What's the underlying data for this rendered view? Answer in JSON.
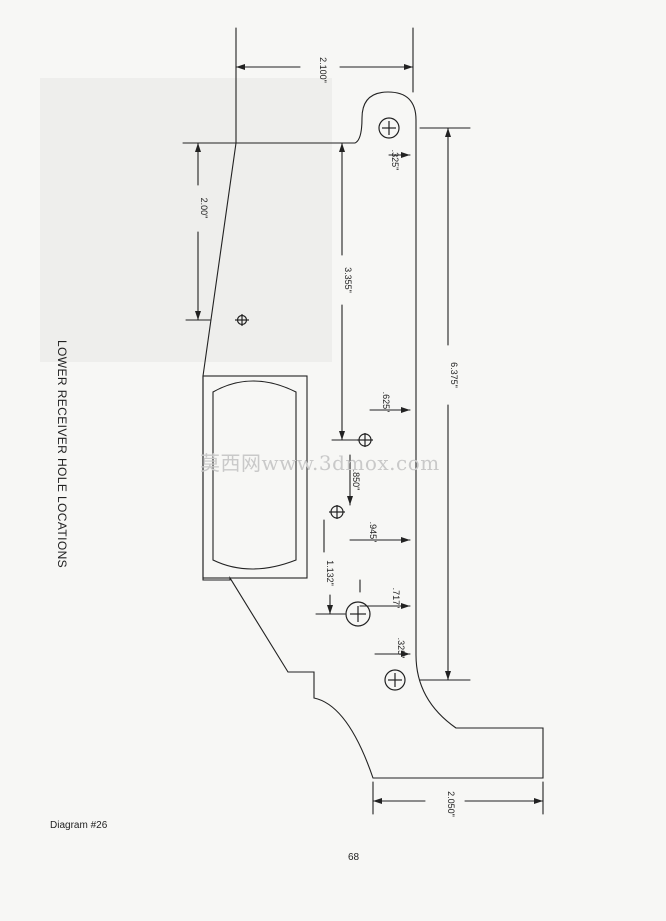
{
  "title": "LOWER RECEIVER HOLE LOCATIONS",
  "caption": "Diagram #26",
  "page_number": "68",
  "watermark": "莫西网www.3dmox.com",
  "dimensions": {
    "top_width": "2.100\"",
    "left_height": "2.00\"",
    "center_vertical": "3.355\"",
    "overall_length": "6.375\"",
    "top_hole_offset": ".325\"",
    "hole_offset_625": ".625\"",
    "hole_spacing_850": ".850\"",
    "hole_offset_945": ".945\"",
    "hole_spacing_1132": "1.132\"",
    "hole_offset_717": ".717\"",
    "bottom_hole_offset": ".325\"",
    "bottom_width": "2.050\""
  },
  "colors": {
    "line": "#222222",
    "panel": "#eeeeec",
    "watermark": "#c9c9c9"
  }
}
